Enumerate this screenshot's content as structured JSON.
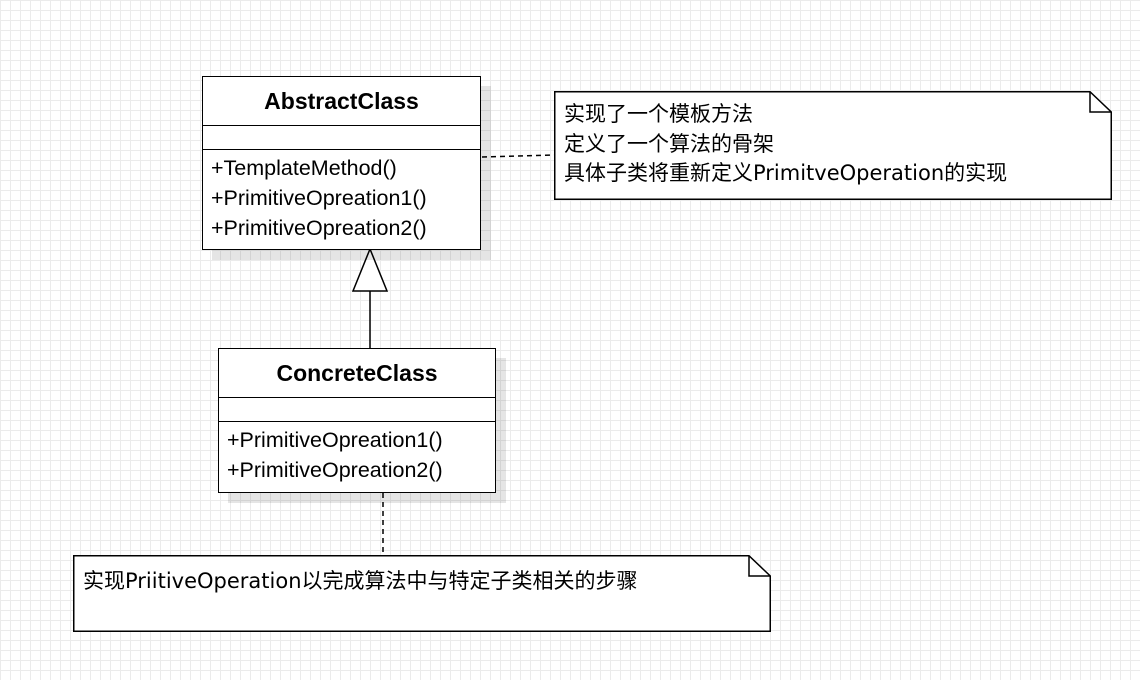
{
  "diagram": {
    "abstract_class": {
      "name": "AbstractClass",
      "attributes": [],
      "operations": [
        "+TemplateMethod()",
        "+PrimitiveOpreation1()",
        "+PrimitiveOpreation2()"
      ]
    },
    "concrete_class": {
      "name": "ConcreteClass",
      "attributes": [],
      "operations": [
        "+PrimitiveOpreation1()",
        "+PrimitiveOpreation2()"
      ]
    },
    "note_abstract": {
      "lines": [
        "实现了一个模板方法",
        "定义了一个算法的骨架",
        "具体子类将重新定义PrimitveOperation的实现"
      ]
    },
    "note_concrete": {
      "lines": [
        "实现PriitiveOperation以完成算法中与特定子类相关的步骤"
      ]
    },
    "relationships": [
      {
        "type": "generalization",
        "from": "ConcreteClass",
        "to": "AbstractClass"
      },
      {
        "type": "note-anchor",
        "from": "AbstractClass",
        "to": "note_abstract"
      },
      {
        "type": "note-anchor",
        "from": "ConcreteClass",
        "to": "note_concrete"
      }
    ]
  }
}
